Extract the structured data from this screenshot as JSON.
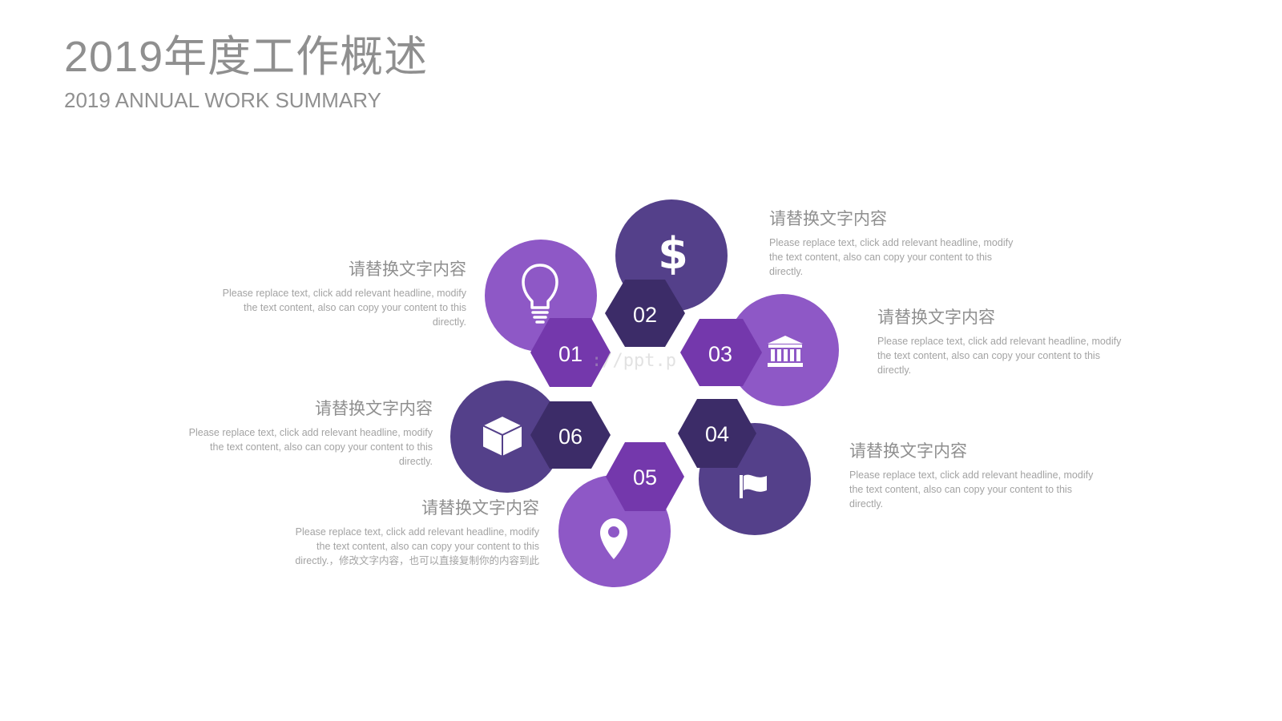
{
  "slide": {
    "title_zh": "2019年度工作概述",
    "title_en": "2019 ANNUAL WORK SUMMARY"
  },
  "colors": {
    "light_purple": "#8E58C6",
    "mid_purple": "#7438AC",
    "dark_purple": "#54408A",
    "darkest_purple": "#3C2C68",
    "text_gray": "#8F8F8F"
  },
  "watermark": "://ppt.p",
  "steps": [
    {
      "number": "01",
      "icon": "lightbulb-icon",
      "heading": "请替换文字内容",
      "body": "Please replace text, click add relevant headline, modify the text content, also can copy your content to this directly."
    },
    {
      "number": "02",
      "icon": "dollar-icon",
      "heading": "请替换文字内容",
      "body": "Please replace text, click add relevant headline, modify the text content, also can copy your content to this directly."
    },
    {
      "number": "03",
      "icon": "bank-icon",
      "heading": "请替换文字内容",
      "body": "Please replace text, click add relevant headline, modify the text content, also can copy your content to this directly."
    },
    {
      "number": "04",
      "icon": "flag-icon",
      "heading": "请替换文字内容",
      "body": "Please replace text, click add relevant headline, modify the text content, also can copy your content to this directly."
    },
    {
      "number": "05",
      "icon": "location-pin-icon",
      "heading": "请替换文字内容",
      "body": "Please replace text, click add relevant headline, modify the text content, also can copy your content to this directly.，修改文字内容，也可以直接复制你的内容到此"
    },
    {
      "number": "06",
      "icon": "cube-icon",
      "heading": "请替换文字内容",
      "body": "Please replace text, click add relevant headline, modify the text content, also can copy your content to this directly."
    }
  ]
}
